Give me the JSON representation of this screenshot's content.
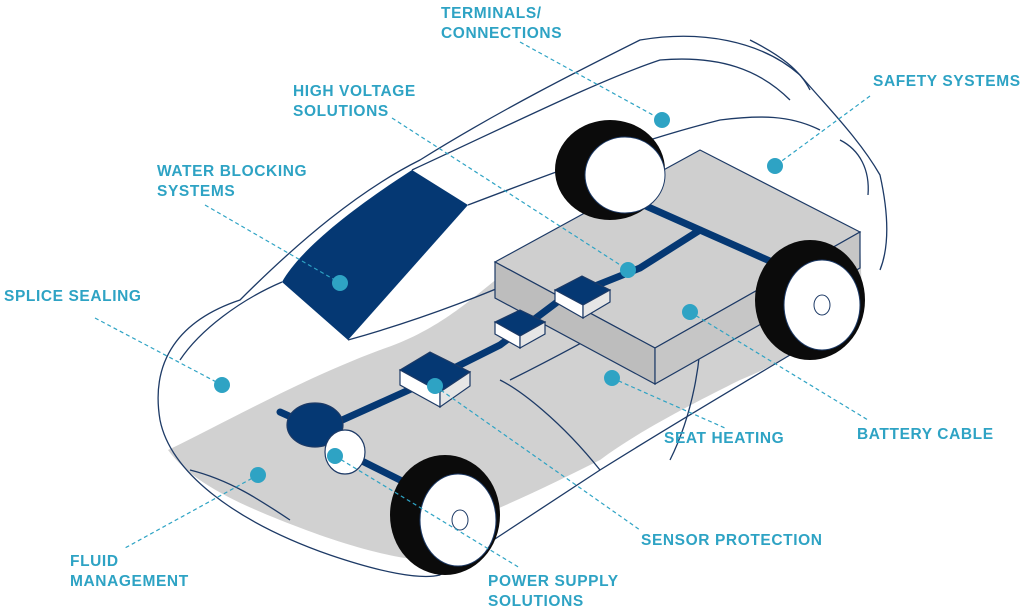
{
  "colors": {
    "accent": "#2ea3c4",
    "outline": "#1d3a66",
    "dark_fill": "#053873",
    "body_fill": "#d1d1d1",
    "tire": "#0b0b0b"
  },
  "labels": {
    "terminals": [
      "TERMINALS/",
      "CONNECTIONS"
    ],
    "high_voltage": [
      "HIGH VOLTAGE",
      "SOLUTIONS"
    ],
    "safety": [
      "SAFETY SYSTEMS"
    ],
    "water_blocking": [
      "WATER BLOCKING",
      "SYSTEMS"
    ],
    "splice": [
      "SPLICE SEALING"
    ],
    "seat_heating": [
      "SEAT HEATING"
    ],
    "battery_cable": [
      "BATTERY CABLE"
    ],
    "sensor": [
      "SENSOR PROTECTION"
    ],
    "fluid": [
      "FLUID",
      "MANAGEMENT"
    ],
    "power_supply": [
      "POWER SUPPLY",
      "SOLUTIONS"
    ]
  }
}
